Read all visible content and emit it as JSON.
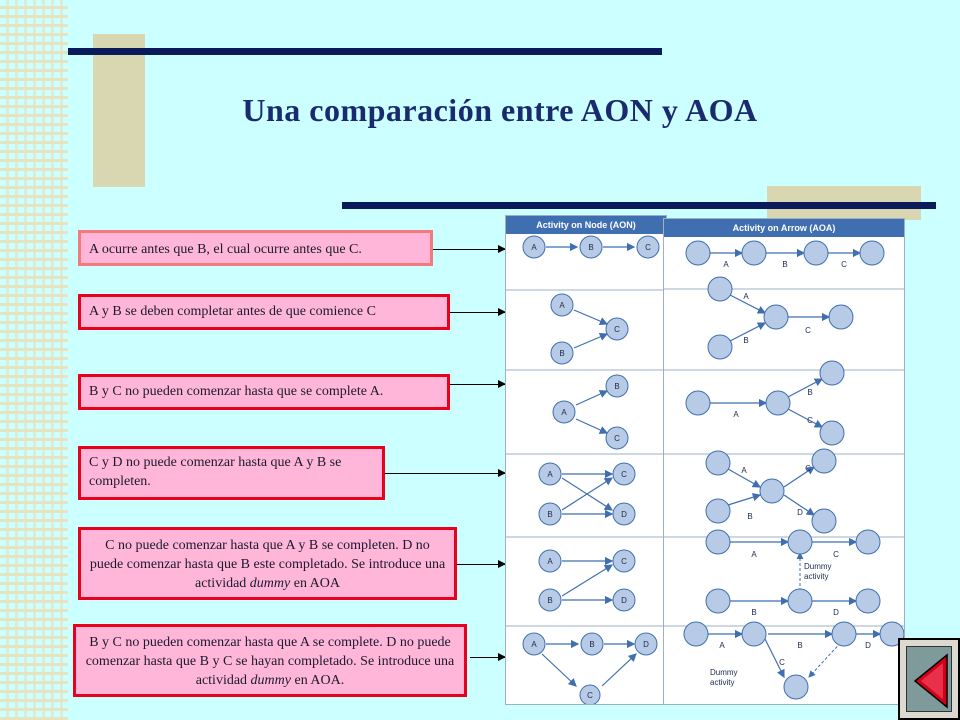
{
  "title": "Una comparación entre AON y AOA",
  "panels": {
    "aon_header": "Activity on Node (AON)",
    "aoa_header": "Activity on Arrow (AOA)"
  },
  "notes": [
    {
      "text": "A ocurre antes que B, el cual ocurre antes que C."
    },
    {
      "text": "A y B se deben completar antes de que comience C"
    },
    {
      "text": "B y C no pueden comenzar hasta que se complete A."
    },
    {
      "text": "C y D no puede comenzar hasta que A y B se completen."
    },
    {
      "before": "C no puede comenzar hasta que A y B se completen. D no puede comenzar hasta que B este completado. Se introduce una actividad ",
      "em": "dummy",
      "after": " en AOA"
    },
    {
      "before": "B y C no pueden comenzar hasta que A se complete. D no puede comenzar hasta que B y C se hayan completado. Se introduce una actividad ",
      "em": "dummy",
      "after": " en AOA."
    }
  ],
  "labels": {
    "a": "A",
    "b": "B",
    "c": "C",
    "d": "D",
    "dummy": "Dummy",
    "activity": "activity"
  },
  "icons": {
    "back": "back-triangle-icon"
  },
  "colors": {
    "background": "#ccffff",
    "note_fill": "#ffb6d9",
    "note_border": "#e8001c",
    "title": "#1a2a6e",
    "node": "#b7cbe6"
  }
}
